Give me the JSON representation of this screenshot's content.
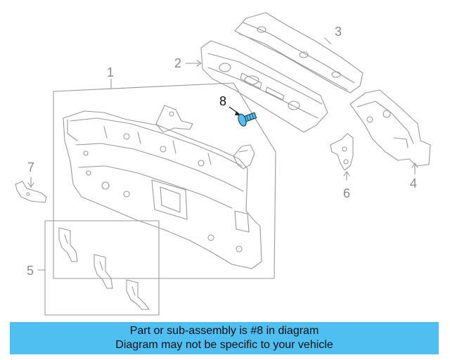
{
  "callouts": {
    "c1": "1",
    "c2": "2",
    "c3": "3",
    "c4": "4",
    "c5": "5",
    "c6": "6",
    "c7": "7",
    "c8": "8"
  },
  "highlight_part": "8",
  "colors": {
    "line": "#9a9a9a",
    "highlight": "#4fbef0",
    "banner": "#4fbef0",
    "text": "#111111"
  },
  "banner": {
    "line1": "Part or sub-assembly is #8 in diagram",
    "line2": "Diagram may not be specific to your vehicle"
  }
}
